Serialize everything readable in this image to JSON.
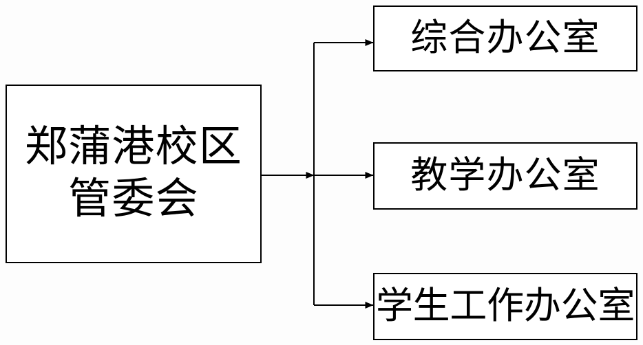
{
  "diagram": {
    "type": "organizational-chart",
    "orientation": "left-to-right",
    "background_color": "#fdfdfd",
    "line_color": "#000000",
    "box_border_color": "#000000",
    "box_fill_color": "#ffffff",
    "text_color": "#000000",
    "root": {
      "id": "root",
      "label": "郑蒲港校区\n管委会",
      "label_lines": [
        "郑蒲港校区",
        "管委会"
      ]
    },
    "children": [
      {
        "id": "child-0",
        "label": "综合办公室"
      },
      {
        "id": "child-1",
        "label": "教学办公室"
      },
      {
        "id": "child-2",
        "label": "学生工作办公室"
      }
    ]
  }
}
